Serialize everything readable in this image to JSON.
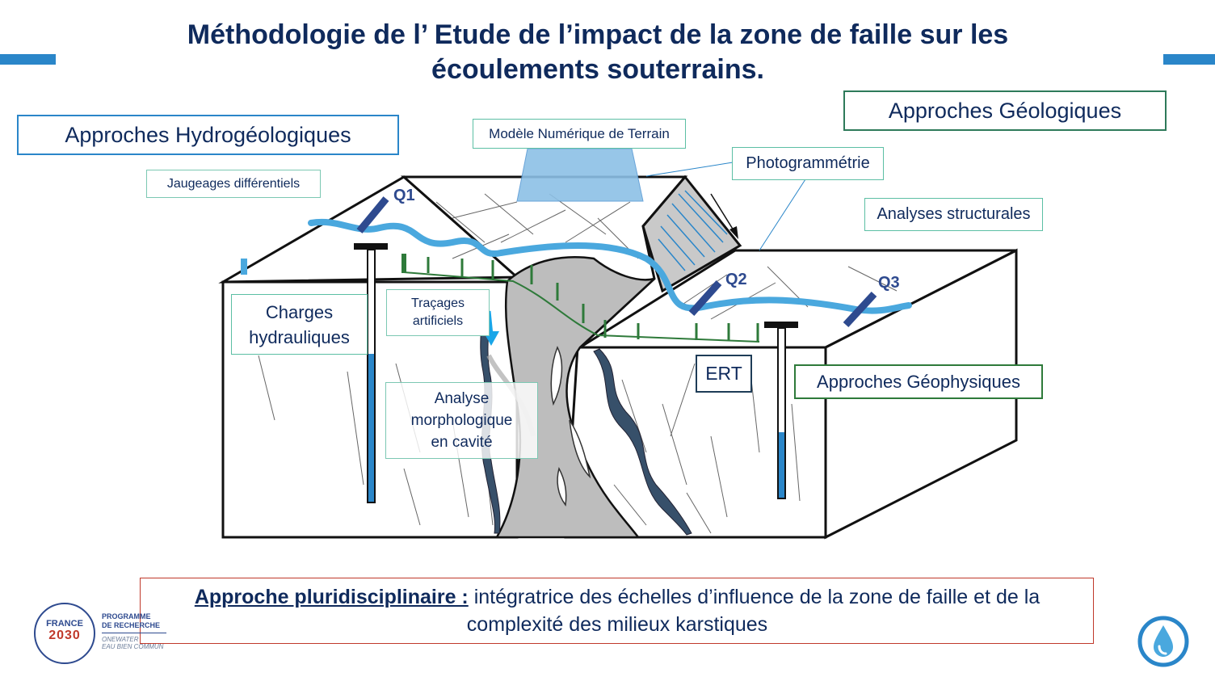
{
  "title": {
    "line1": "Méthodologie de l’ Etude de l’impact de la zone de faille sur les",
    "line2": "écoulements souterrains."
  },
  "boxes": {
    "hydro": "Approches Hydrogéologiques",
    "geologiques": "Approches Géologiques",
    "mnt": "Modèle Numérique de Terrain",
    "photogrammetrie": "Photogrammétrie",
    "jaugeages": "Jaugeages différentiels",
    "structurales": "Analyses structurales",
    "charges_l1": "Charges",
    "charges_l2": "hydrauliques",
    "tracages_l1": "Traçages",
    "tracages_l2": "artificiels",
    "analyse_l1": "Analyse",
    "analyse_l2": "morphologique",
    "analyse_l3": "en cavité",
    "ert": "ERT",
    "geophysiques": "Approches Géophysiques"
  },
  "labels": {
    "q1": "Q1",
    "q2": "Q2",
    "q3": "Q3"
  },
  "bottom": {
    "lead": "Approche pluridisciplinaire :",
    "rest_l1": " intégratrice des échelles d’influence de la zone de faille et de la",
    "rest_l2": "complexité des milieux karstiques"
  },
  "logo": {
    "france": "FRANCE",
    "year": "2030",
    "programme_l1": "PROGRAMME",
    "programme_l2": "DE RECHERCHE",
    "tagline_l1": "ONEWATER",
    "tagline_l2": "EAU BIEN COMMUN"
  },
  "colors": {
    "accent_blue": "#2a86c9",
    "navy": "#0f2a5c",
    "river": "#4aa8de",
    "green": "#2e7a3a"
  }
}
